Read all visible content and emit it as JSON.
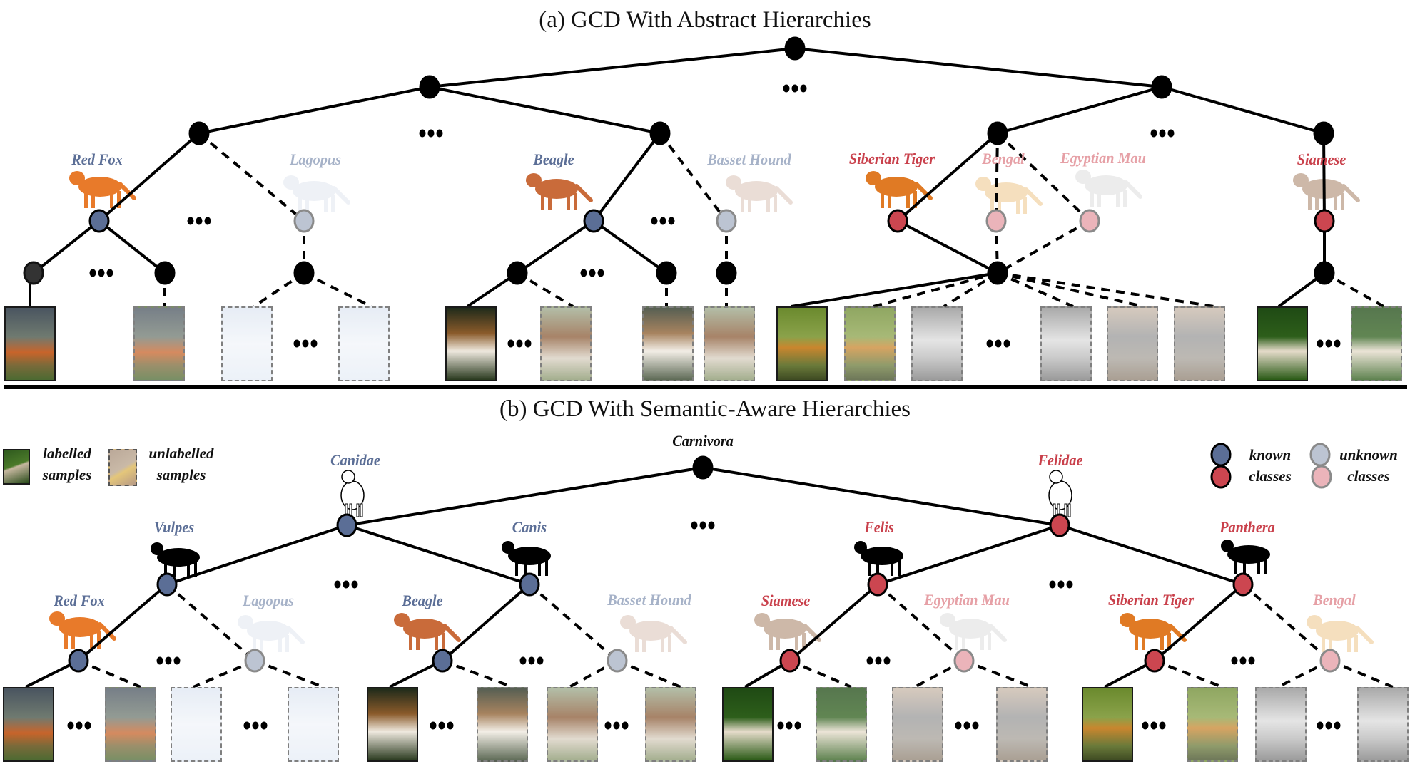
{
  "colors": {
    "known_blue": "#5b6e96",
    "unknown_blue": "#bcc4d2",
    "known_red": "#cc4650",
    "unknown_red": "#ebb4ba",
    "node_black": "#000000",
    "edge": "#000000"
  },
  "panel_a": {
    "title": "(a) GCD With Abstract Hierarchies",
    "class_labels": [
      {
        "text": "Red Fox",
        "status": "known",
        "family": "blue"
      },
      {
        "text": "Lagopus",
        "status": "unknown",
        "family": "blue"
      },
      {
        "text": "Beagle",
        "status": "known",
        "family": "blue"
      },
      {
        "text": "Basset Hound",
        "status": "unknown",
        "family": "blue"
      },
      {
        "text": "Siberian Tiger",
        "status": "known",
        "family": "red"
      },
      {
        "text": "Bengal",
        "status": "unknown",
        "family": "red"
      },
      {
        "text": "Egyptian Mau",
        "status": "unknown",
        "family": "red"
      },
      {
        "text": "Siamese",
        "status": "known",
        "family": "red"
      }
    ],
    "ellipsis": "•••",
    "samples": [
      {
        "subject": "red fox",
        "type": "labelled"
      },
      {
        "subject": "red fox",
        "type": "unlabelled"
      },
      {
        "subject": "arctic fox",
        "type": "unlabelled"
      },
      {
        "subject": "arctic fox",
        "type": "unlabelled"
      },
      {
        "subject": "beagle",
        "type": "labelled"
      },
      {
        "subject": "basset hound",
        "type": "unlabelled"
      },
      {
        "subject": "beagle",
        "type": "unlabelled"
      },
      {
        "subject": "basset hound",
        "type": "unlabelled"
      },
      {
        "subject": "siberian tiger",
        "type": "labelled"
      },
      {
        "subject": "siberian tiger",
        "type": "unlabelled"
      },
      {
        "subject": "white tiger",
        "type": "unlabelled"
      },
      {
        "subject": "white tiger",
        "type": "unlabelled"
      },
      {
        "subject": "egyptian mau",
        "type": "unlabelled"
      },
      {
        "subject": "egyptian mau",
        "type": "unlabelled"
      },
      {
        "subject": "siamese",
        "type": "labelled"
      },
      {
        "subject": "siamese",
        "type": "unlabelled"
      }
    ]
  },
  "panel_b": {
    "title": "(b) GCD With Semantic-Aware Hierarchies",
    "root_label": "Carnivora",
    "family_labels": [
      {
        "text": "Canidae",
        "family": "blue"
      },
      {
        "text": "Felidae",
        "family": "red"
      }
    ],
    "genus_labels": [
      {
        "text": "Vulpes",
        "family": "blue"
      },
      {
        "text": "Canis",
        "family": "blue"
      },
      {
        "text": "Felis",
        "family": "red"
      },
      {
        "text": "Panthera",
        "family": "red"
      }
    ],
    "class_labels": [
      {
        "text": "Red Fox",
        "status": "known",
        "family": "blue"
      },
      {
        "text": "Lagopus",
        "status": "unknown",
        "family": "blue"
      },
      {
        "text": "Beagle",
        "status": "known",
        "family": "blue"
      },
      {
        "text": "Basset Hound",
        "status": "unknown",
        "family": "blue"
      },
      {
        "text": "Siamese",
        "status": "known",
        "family": "red"
      },
      {
        "text": "Egyptian Mau",
        "status": "unknown",
        "family": "red"
      },
      {
        "text": "Siberian Tiger",
        "status": "known",
        "family": "red"
      },
      {
        "text": "Bengal",
        "status": "unknown",
        "family": "red"
      }
    ],
    "ellipsis": "•••",
    "samples": [
      {
        "subject": "red fox",
        "type": "labelled"
      },
      {
        "subject": "red fox",
        "type": "unlabelled"
      },
      {
        "subject": "arctic fox",
        "type": "unlabelled"
      },
      {
        "subject": "arctic fox",
        "type": "unlabelled"
      },
      {
        "subject": "beagle",
        "type": "labelled"
      },
      {
        "subject": "beagle",
        "type": "unlabelled"
      },
      {
        "subject": "basset hound",
        "type": "unlabelled"
      },
      {
        "subject": "basset hound",
        "type": "unlabelled"
      },
      {
        "subject": "siamese",
        "type": "labelled"
      },
      {
        "subject": "siamese",
        "type": "unlabelled"
      },
      {
        "subject": "egyptian mau",
        "type": "unlabelled"
      },
      {
        "subject": "egyptian mau",
        "type": "unlabelled"
      },
      {
        "subject": "siberian tiger",
        "type": "labelled"
      },
      {
        "subject": "siberian tiger",
        "type": "unlabelled"
      },
      {
        "subject": "white tiger",
        "type": "unlabelled"
      },
      {
        "subject": "white tiger",
        "type": "unlabelled"
      }
    ]
  },
  "legend": {
    "labelled_line1": "labelled",
    "labelled_line2": "samples",
    "unlabelled_line1": "unlabelled",
    "unlabelled_line2": "samples",
    "known_line1": "known",
    "known_line2": "classes",
    "unknown_line1": "unknown",
    "unknown_line2": "classes"
  }
}
